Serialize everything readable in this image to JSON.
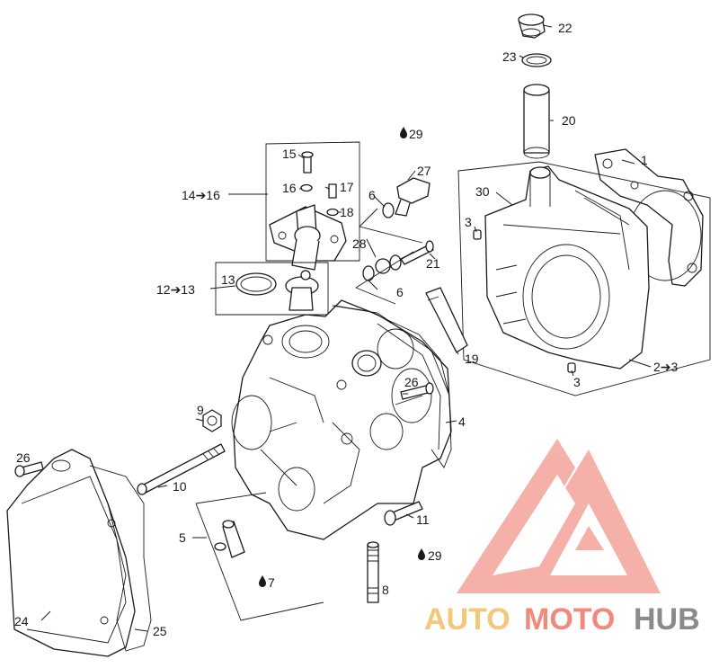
{
  "callouts": {
    "c1": "1",
    "c2_3": "2➔3",
    "c3a": "3",
    "c3b": "3",
    "c4": "4",
    "c5": "5",
    "c6a": "6",
    "c6b": "6",
    "c7": "7",
    "c8": "8",
    "c9": "9",
    "c10": "10",
    "c11": "11",
    "c12_13": "12➔13",
    "c13": "13",
    "c14_16": "14➔16",
    "c15": "15",
    "c16": "16",
    "c17": "17",
    "c18": "18",
    "c19": "19",
    "c20": "20",
    "c21": "21",
    "c22": "22",
    "c23": "23",
    "c24": "24",
    "c25": "25",
    "c26a": "26",
    "c26b": "26",
    "c27": "27",
    "c28": "28",
    "c29a": "29",
    "c29b": "29",
    "c30": "30"
  },
  "watermark": {
    "part1": "AUTO",
    "part2": "MOTO",
    "part3": "HUB",
    "color_auto": "#f4c77a",
    "color_moto": "#f08a7e",
    "color_hub": "#8a8a8a",
    "color_logo": "#f39a94"
  },
  "icons": {
    "sealant": "oil-drop-icon"
  }
}
